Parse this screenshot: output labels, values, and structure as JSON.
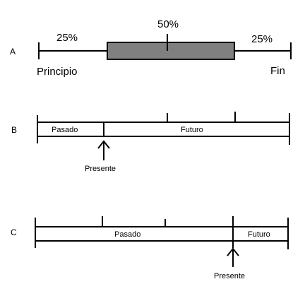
{
  "colors": {
    "line": "#000000",
    "box_fill": "#808080",
    "background": "#ffffff"
  },
  "diagram_a": {
    "row_label": "A",
    "left_percent": "25%",
    "center_percent": "50%",
    "right_percent": "25%",
    "start_label": "Principio",
    "end_label": "Fin"
  },
  "diagram_b": {
    "row_label": "B",
    "past_label": "Pasado",
    "future_label": "Futuro",
    "present_label": "Presente"
  },
  "diagram_c": {
    "row_label": "C",
    "past_label": "Pasado",
    "future_label": "Futuro",
    "present_label": "Presente"
  }
}
